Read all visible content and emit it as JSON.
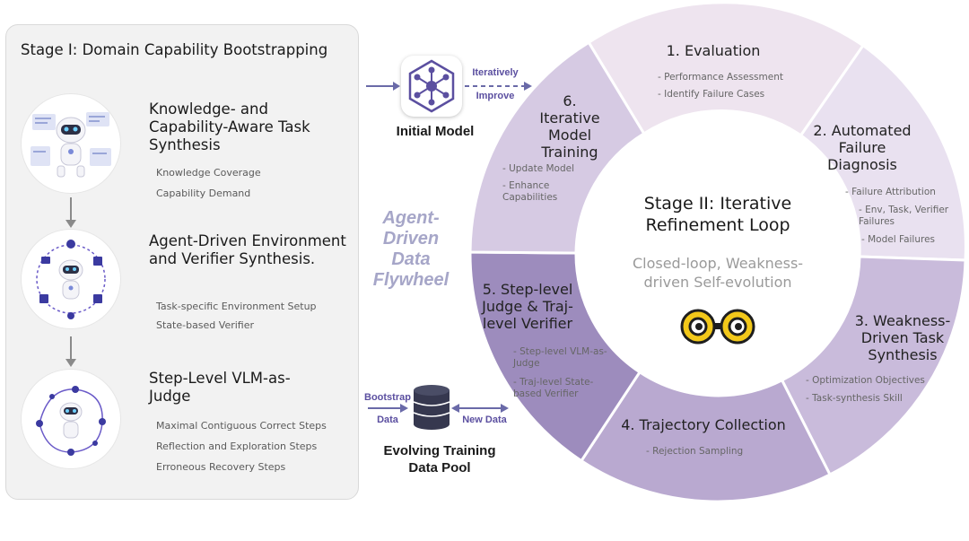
{
  "stage1": {
    "title": "Stage I:  Domain Capability Bootstrapping",
    "steps": [
      {
        "title": "Knowledge- and Capability-Aware Task Synthesis",
        "items": [
          "Knowledge Coverage",
          "Capability Demand"
        ]
      },
      {
        "title": "Agent-Driven Environment and Verifier Synthesis.",
        "items": [
          "Task-specific Environment Setup",
          "State-based Verifier"
        ]
      },
      {
        "title": "Step-Level VLM-as-Judge",
        "items": [
          "Maximal Contiguous Correct Steps",
          "Reflection and Exploration Steps",
          "Erroneous Recovery Steps"
        ]
      }
    ]
  },
  "middle": {
    "initial_model": "Initial Model",
    "iteratively": "Iteratively",
    "improve": "Improve",
    "flywheel": "Agent-Driven Data Flywheel",
    "bootstrap": "Bootstrap",
    "data": "Data",
    "new_data": "New Data",
    "pool_line1": "Evolving Training",
    "pool_line2": "Data Pool"
  },
  "stage2": {
    "title": "Stage II: Iterative Refinement Loop",
    "subtitle": "Closed-loop, Weakness-driven Self-evolution",
    "segments": [
      {
        "title": "1. Evaluation",
        "items": [
          "- Performance Assessment",
          "- Identify Failure Cases"
        ]
      },
      {
        "title": "2. Automated Failure Diagnosis",
        "items": [
          "- Failure Attribution",
          "- Env, Task, Verifier Failures",
          "- Model Failures"
        ]
      },
      {
        "title": "3. Weakness-Driven Task Synthesis",
        "items": [
          "- Optimization Objectives",
          "- Task-synthesis Skill"
        ]
      },
      {
        "title": "4. Trajectory Collection",
        "items": [
          "- Rejection Sampling"
        ]
      },
      {
        "title": "5. Step-level Judge & Traj-level Verifier",
        "items": [
          "- Step-level VLM-as-Judge",
          "- Traj-level State-based Verifier"
        ]
      },
      {
        "title": "6. Iterative Model Training",
        "items": [
          "- Update Model",
          "- Enhance Capabilities"
        ]
      }
    ]
  },
  "colors": {
    "seg1": "#eee4ef",
    "seg2": "#e9e1f0",
    "seg3": "#c9bbdb",
    "seg4": "#b9a9d0",
    "seg5": "#9d8cbd",
    "seg6": "#d6cae3",
    "accent": "#5b4fa0",
    "arrow": "#6a6aa8"
  }
}
